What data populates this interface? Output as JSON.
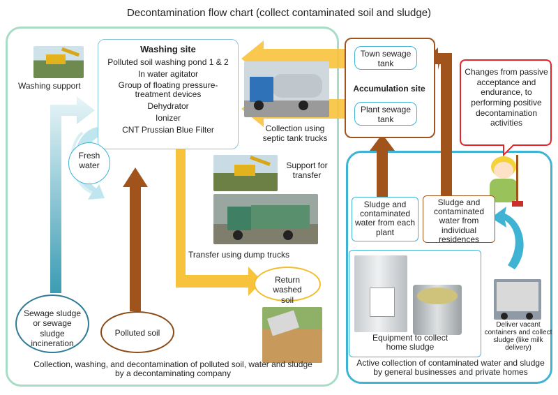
{
  "title": "Decontamination flow chart (collect contaminated soil and sludge)",
  "left_area": {
    "caption": "Collection, washing, and decontamination of polluted soil, water and sludge by a decontaminating company",
    "washing_support": "Washing support",
    "fresh_water": "Fresh water",
    "sewage_sludge": "Sewage sludge or sewage sludge incineration",
    "polluted_soil": "Polluted soil",
    "transfer_dump": "Transfer using dump trucks",
    "support_transfer": "Support for transfer",
    "return_soil": "Return washed soil",
    "collection_septic": "Collection using septic tank trucks"
  },
  "washing_site": {
    "title": "Washing site",
    "items": [
      "Polluted soil washing pond 1 & 2",
      "In water agitator",
      "Group of floating pressure-treatment devices",
      "Dehydrator",
      "Ionizer",
      "CNT Prussian Blue Filter"
    ]
  },
  "accumulation_site": {
    "label": "Accumulation site",
    "town_tank": "Town sewage tank",
    "plant_tank": "Plant sewage tank"
  },
  "right_area": {
    "caption": "Active collection of contaminated water and sludge by general businesses and private homes",
    "sludge_plant": "Sludge and contaminated water from each plant",
    "sludge_residences": "Sludge and contaminated water from individual residences",
    "equipment": "Equipment to collect home sludge",
    "deliver": "Deliver vacant containers and collect sludge (like milk delivery)"
  },
  "speech_bubble": "Changes from passive acceptance and endurance, to performing positive decontamination activities",
  "colors": {
    "green_frame": "#a9dcc6",
    "blue_frame": "#3fb3d3",
    "orange_arrow": "#f7c23c",
    "brown_arrow": "#a0541c",
    "teal_arrow": "#3b9cb3",
    "red_bubble": "#e0262b"
  }
}
